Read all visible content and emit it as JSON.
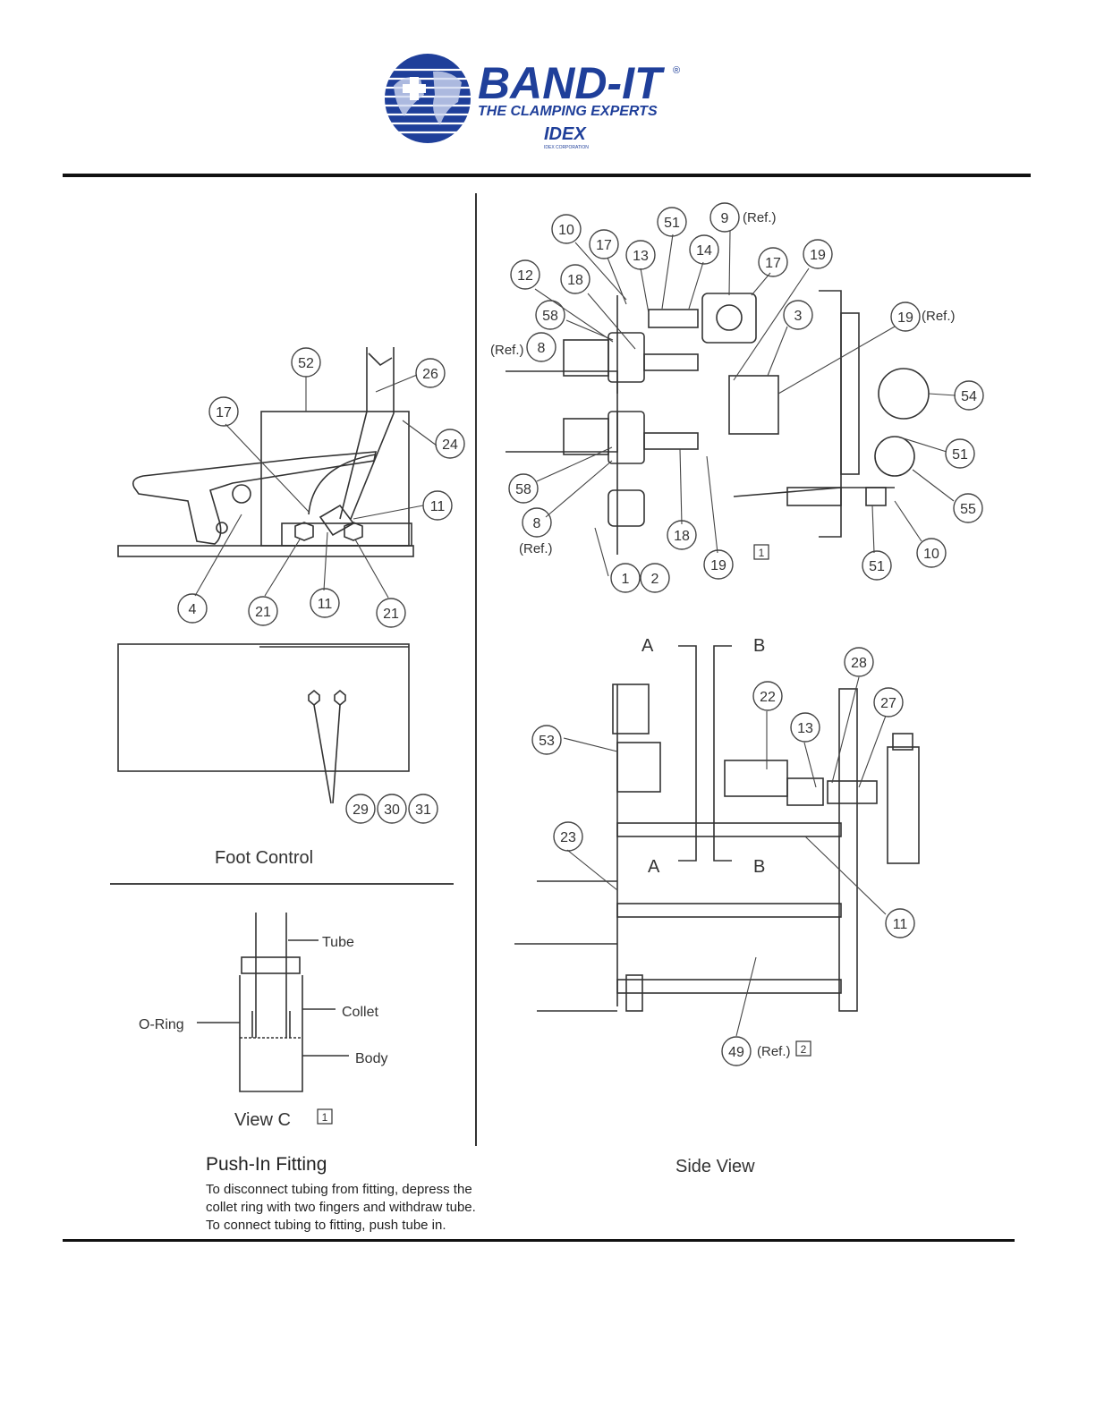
{
  "logo": {
    "brand": "BAND-IT",
    "registered": "®",
    "tagline": "THE CLAMPING EXPERTS",
    "corp": "IDEX",
    "corp_sub": "IDEX CORPORATION"
  },
  "foot_control": {
    "caption": "Foot Control",
    "callouts": [
      "52",
      "26",
      "17",
      "24",
      "11",
      "4",
      "21",
      "11",
      "21",
      "29",
      "30",
      "31"
    ]
  },
  "push_in": {
    "view_caption": "View C",
    "view_note": "1",
    "labels": {
      "tube": "Tube",
      "collet": "Collet",
      "oring": "O-Ring",
      "body": "Body"
    },
    "title": "Push-In Fitting",
    "desc_lines": [
      "To disconnect tubing from fitting, depress the",
      "collet ring with two fingers and withdraw tube.",
      "To connect tubing to fitting, push tube in."
    ]
  },
  "top_view": {
    "callouts": [
      "10",
      "17",
      "13",
      "51",
      "14",
      "9",
      "17",
      "19",
      "12",
      "18",
      "58",
      "8",
      "3",
      "19",
      "54",
      "51",
      "55",
      "58",
      "8",
      "18",
      "19",
      "51",
      "10",
      "1",
      "2"
    ],
    "ref": "(Ref.)",
    "note": "1"
  },
  "side_view": {
    "caption": "Side View",
    "section_a": "A",
    "section_b": "B",
    "callouts": [
      "28",
      "22",
      "27",
      "13",
      "53",
      "23",
      "11",
      "49"
    ],
    "ref": "(Ref.)",
    "note": "2"
  }
}
